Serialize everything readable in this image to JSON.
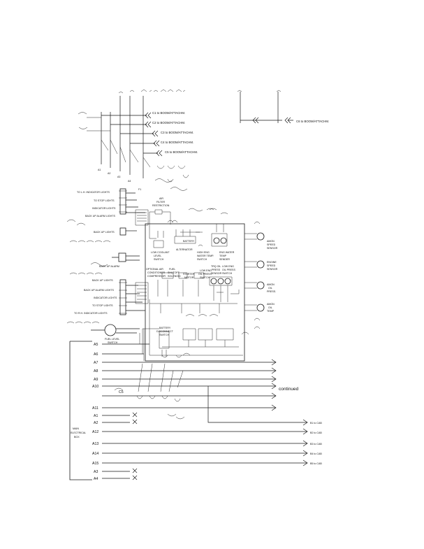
{
  "boom_connectors": [
    {
      "label": "C1 to BOOM/ATTACHM."
    },
    {
      "label": "C2 to BOOM/ATTACHM."
    },
    {
      "label": "C3 to BOOM/ATTACHM."
    },
    {
      "label": "C4 to BOOM/ATTACHM."
    },
    {
      "label": "C5 to BOOM/ATTACHM."
    },
    {
      "label": "C6 to BOOM/ATTACHM."
    }
  ],
  "small_ids": [
    "A1",
    "A2",
    "A3",
    "A4",
    "F1"
  ],
  "left_components": [
    {
      "label": "TO L.H. INDICATOR LIGHTS"
    },
    {
      "label": "TO STOP LIGHTS"
    },
    {
      "label": "INDICATOR LIGHTS"
    },
    {
      "label": "BACK UP ALARM LIGHTS"
    },
    {
      "label": "BACK UP LIGHTS"
    },
    {
      "label": "BACK UP ALARM"
    },
    {
      "label": "BACK UP LIGHTS"
    },
    {
      "label": "BACK UP ALARM LIGHTS"
    },
    {
      "label": "INDICATOR LIGHTS"
    },
    {
      "label": "TO STOP LIGHTS"
    },
    {
      "label": "TO R.H. INDICATOR LIGHTS"
    }
  ],
  "air_filter": {
    "line1": "AIR",
    "line2": "FILTER",
    "line3": "RESTRICTION"
  },
  "engine_components": {
    "coolant": [
      "LOW COOLANT",
      "LEVEL",
      "SWITCH"
    ],
    "alternator": "ALTERNATOR",
    "battery": "BATTERY",
    "high_eng_water": [
      "HIGH ENG",
      "WATER TEMP.",
      "SWITCH"
    ],
    "eng_water_temp": [
      "ENG WATER",
      "TEMP",
      "SENDER"
    ],
    "air_compressor": [
      "OPTIONAL AIR",
      "CONDITIONER",
      "COMPRESSOR"
    ],
    "fuel_shutoff": [
      "FUEL",
      "SHUTOFF",
      "SOLENOID"
    ],
    "starter": [
      "STARTER",
      "MOTOR"
    ],
    "low_eng_oil": [
      "LOW ENG",
      "OIL PRESS",
      "SWITCH"
    ],
    "trq_oil": [
      "TRQ OIL",
      "PRESS",
      "SENSOR"
    ],
    "low_eng_oil2": [
      "LOW ENG",
      "OIL PRESS",
      "SWITCH"
    ],
    "battery_disconnect": [
      "BATTERY",
      "DISCONNECT",
      "SWITCH"
    ]
  },
  "right_sensors": [
    {
      "line1": "AMGN",
      "line2": "SPEED",
      "line3": "SENSOR"
    },
    {
      "line1": "ENGINE",
      "line2": "SPEED",
      "line3": "SENSOR"
    },
    {
      "line1": "AMGN",
      "line2": "OIL",
      "line3": "PRESS."
    },
    {
      "line1": "AMGN",
      "line2": "OIL",
      "line3": "TEMP"
    }
  ],
  "fuel_level": {
    "line1": "FUEL LEVEL",
    "line2": "SWITCH"
  },
  "pins": [
    "A5",
    "A6",
    "A7",
    "A8",
    "A9",
    "A10",
    "A11",
    "A1",
    "A2",
    "A12",
    "A13",
    "A14",
    "A15",
    "A3",
    "A4"
  ],
  "wire_c5": "C5",
  "continued": "continued",
  "box_label": [
    "MAIN",
    "ELECTRICAL",
    "BOX"
  ],
  "cab_connectors": [
    {
      "label": "B1 to CAB"
    },
    {
      "label": "B2 to CAB"
    },
    {
      "label": "B3 to CAB"
    },
    {
      "label": "B4 to CAB"
    },
    {
      "label": "B5 to CAB"
    }
  ]
}
